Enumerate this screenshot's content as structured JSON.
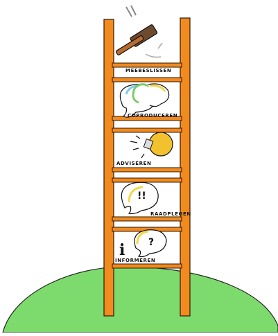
{
  "colors": {
    "rail": "#F28A1E",
    "hill": "#7DDB6E",
    "hammer_head": "#6E4A2F",
    "hammer_handle": "#B86B2E",
    "bulb": "#F2C12E",
    "bubble_yellow": "#F2D74A",
    "bubble_green": "#7ACB6A",
    "bubble_blue": "#7ACFE6",
    "outline": "#111111"
  },
  "ladder": {
    "steps": [
      {
        "id": "meebeslissen",
        "label": "MEEBESLISSEN",
        "icon": "gavel-icon"
      },
      {
        "id": "coproduceren",
        "label": "COPRODUCEREN",
        "icon": "speech-bubbles-icon"
      },
      {
        "id": "adviseren",
        "label": "ADVISEREN",
        "icon": "lightbulb-icon"
      },
      {
        "id": "raadplegen",
        "label": "RAADPLEGEN",
        "icon": "exclamation-bubble-icon"
      },
      {
        "id": "informeren",
        "label": "INFORMEREN",
        "icon": "info-question-icon"
      }
    ]
  }
}
